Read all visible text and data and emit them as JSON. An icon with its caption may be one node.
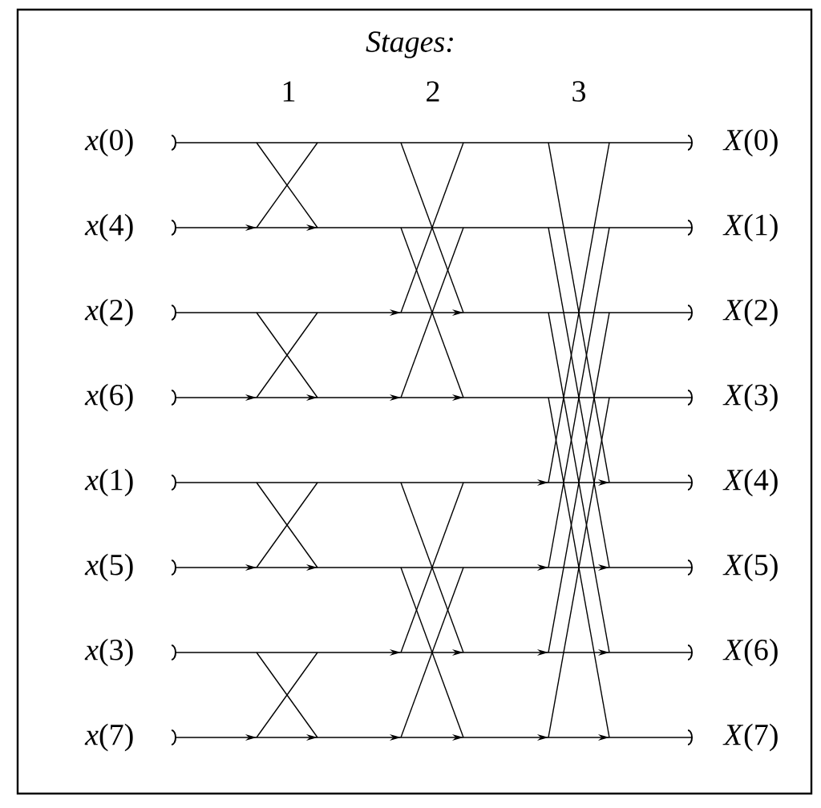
{
  "diagram": {
    "title": "Stages:",
    "nodes": [
      {
        "text": [
          "*x*(0)"
        ]
      },
      {
        "text": [
          "*x*(4)"
        ]
      },
      {
        "text": [
          "*x*(2)"
        ]
      },
      {
        "text": [
          "*x*(6)"
        ]
      },
      {
        "text": [
          "*x*(1)"
        ]
      },
      {
        "text": [
          "*x*(5)"
        ]
      },
      {
        "text": [
          "*x*(3)"
        ]
      },
      {
        "text": [
          "*x*(7)"
        ]
      },
      {
        "text": [
          "*X*(0)"
        ]
      },
      {
        "text": [
          "*X*(1)"
        ]
      },
      {
        "text": [
          "*X*(2)"
        ]
      },
      {
        "text": [
          "*X*(3)"
        ]
      },
      {
        "text": [
          "*X*(4)"
        ]
      },
      {
        "text": [
          "*X*(5)"
        ]
      },
      {
        "text": [
          "*X*(6)"
        ]
      },
      {
        "text": [
          "*X*(7)"
        ]
      }
    ],
    "edges": [
      {
        "from": 0,
        "to": 8,
        "arrow": "none"
      },
      {
        "from": 1,
        "to": 9,
        "arrow": "to"
      },
      {
        "from": 2,
        "to": 10,
        "arrow": "to"
      },
      {
        "from": 3,
        "to": 11,
        "arrow": "to"
      },
      {
        "from": 4,
        "to": 12,
        "arrow": "to"
      },
      {
        "from": 5,
        "to": 13,
        "arrow": "to"
      },
      {
        "from": 6,
        "to": 14,
        "arrow": "to"
      },
      {
        "from": 7,
        "to": 15,
        "arrow": "to"
      }
    ],
    "labels": [
      "1",
      "2",
      "3"
    ]
  }
}
